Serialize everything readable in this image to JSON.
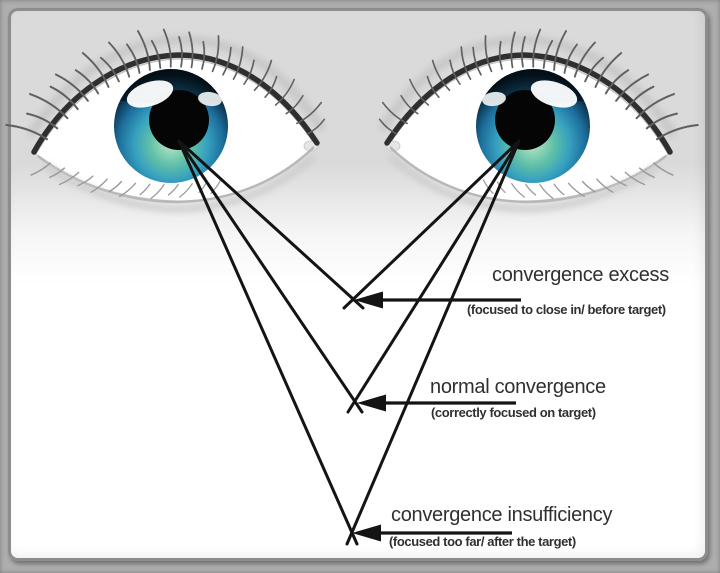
{
  "figure": {
    "name": "eye convergence diagram",
    "annotations": [
      {
        "id": "convergence-excess",
        "title": "convergence excess",
        "subtitle": "(focused to close in/ before target)"
      },
      {
        "id": "normal-convergence",
        "title": "normal convergence",
        "subtitle": "(correctly focused on target)"
      },
      {
        "id": "convergence-insufficiency",
        "title": "convergence insufficiency",
        "subtitle": "(focused too far/ after the target)"
      }
    ],
    "elements": {
      "left_eye": "eye illustration with teal-blue iris",
      "right_eye": "eye illustration with teal-blue iris (mirrored)"
    }
  },
  "colors": {
    "line": "#141414",
    "label_text": "#303030",
    "iris_blue": "#35a0c0",
    "iris_teal": "#5fc0a8",
    "iris_rim": "#0a2433",
    "content_top": "#dadada",
    "content_bottom": "#ffffff",
    "frame_border": "#8d8d8d",
    "matte": "#aeaeae"
  }
}
